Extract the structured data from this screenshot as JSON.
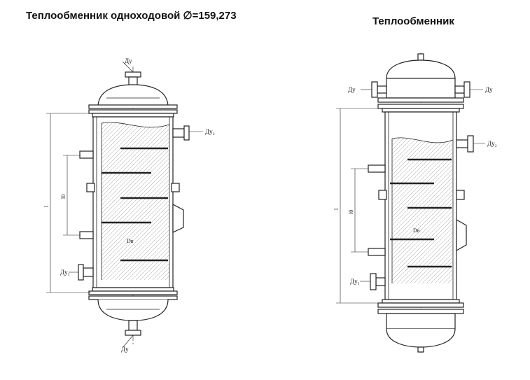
{
  "titles": {
    "left": "Теплообменник одноходовой ∅=159,273",
    "right": "Теплообменник"
  },
  "left_drawing": {
    "nozzle_top": "Ду",
    "nozzle_right": "Ду₂",
    "nozzle_left_bottom": "Ду₁",
    "nozzle_bottom": "Ду",
    "dim_total": "l",
    "dim_inner": "l0",
    "diameter": "Dв"
  },
  "right_drawing": {
    "nozzle_left_top": "Ду",
    "nozzle_right_top": "Ду",
    "nozzle_right_mid": "Ду₂",
    "nozzle_left_bottom": "Ду₁",
    "dim_total": "l",
    "dim_inner": "l0",
    "diameter": "Dв"
  }
}
